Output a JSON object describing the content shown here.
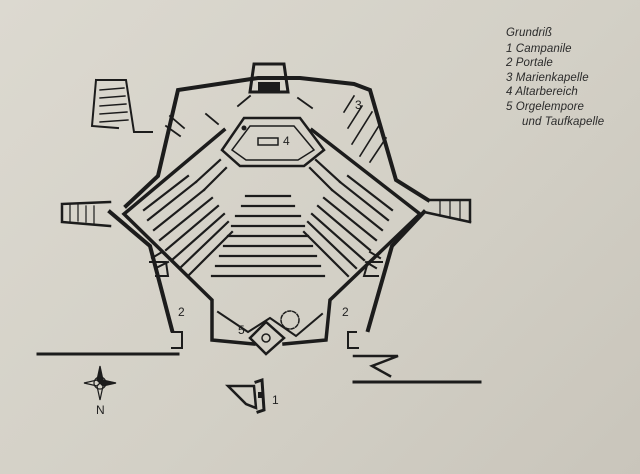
{
  "legend": {
    "title": "Grundriß",
    "items": [
      "1 Campanile",
      "2 Portale",
      "3 Marienkapelle",
      "4 Altarbereich",
      "5 Orgelempore"
    ],
    "continuation": "und Taufkapelle"
  },
  "plan_labels": {
    "campanile": "1",
    "portal_left": "2",
    "portal_right": "2",
    "marienkapelle": "3",
    "altarbereich": "4",
    "orgelempore": "5"
  },
  "compass": {
    "north_label": "N"
  },
  "colors": {
    "paper": "#d8d5cc",
    "ink": "#1c1c1c"
  }
}
